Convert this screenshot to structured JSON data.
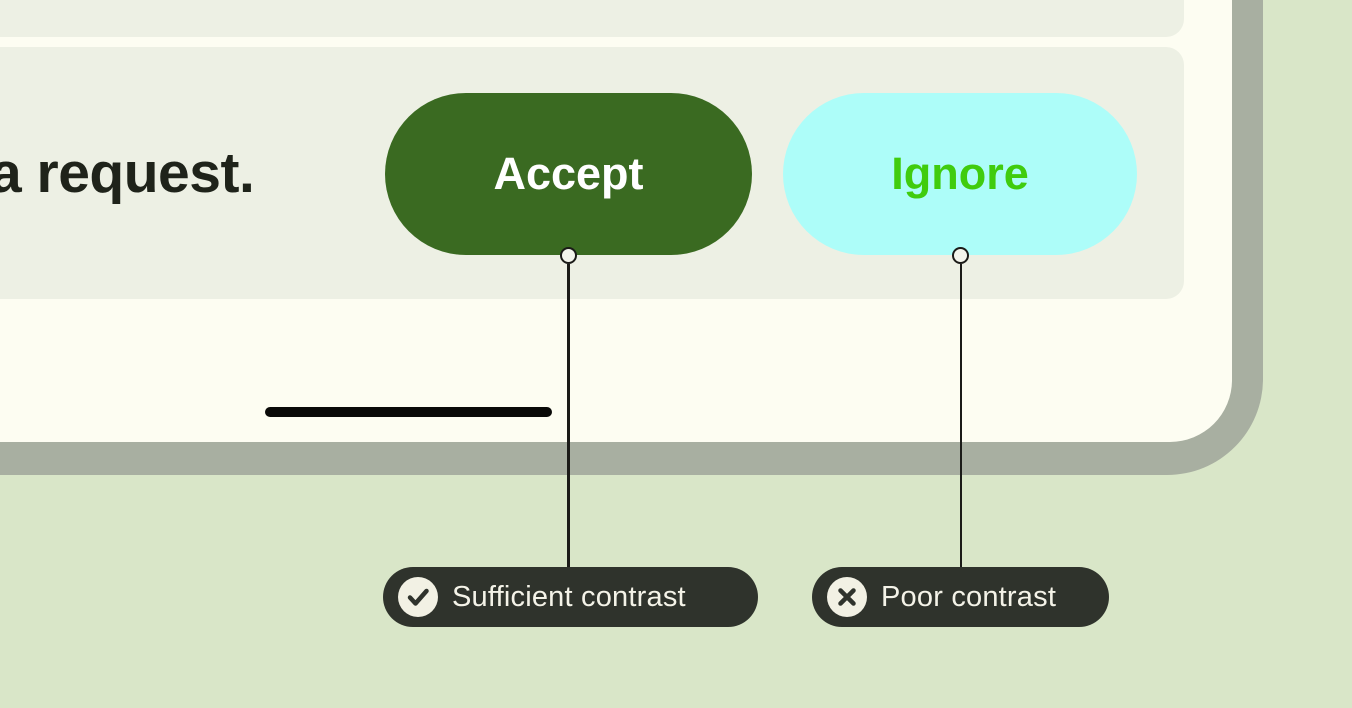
{
  "colors": {
    "page_bg": "#d9e6c8",
    "frame": "#a8afa1",
    "screen_bg": "#fdfdf2",
    "card_bg": "#edf0e4",
    "accept_bg": "#3a6a21",
    "accept_text": "#ffffff",
    "ignore_bg": "#adfdf9",
    "ignore_text": "#40cc0e",
    "callout_bg": "#2f332c",
    "callout_text": "#f4f3e8",
    "badge_bg": "#f2f1e4",
    "badge_glyph": "#2f332c",
    "body_text": "#1f231a",
    "connector": "#1b1b18",
    "gesture_bar": "#0a0a08"
  },
  "screen": {
    "message_text": "a request.",
    "buttons": [
      {
        "label": "Accept",
        "contrast": "sufficient"
      },
      {
        "label": "Ignore",
        "contrast": "poor"
      }
    ]
  },
  "annotations": [
    {
      "icon": "check-icon",
      "label": "Sufficient contrast"
    },
    {
      "icon": "x-icon",
      "label": "Poor contrast"
    }
  ]
}
